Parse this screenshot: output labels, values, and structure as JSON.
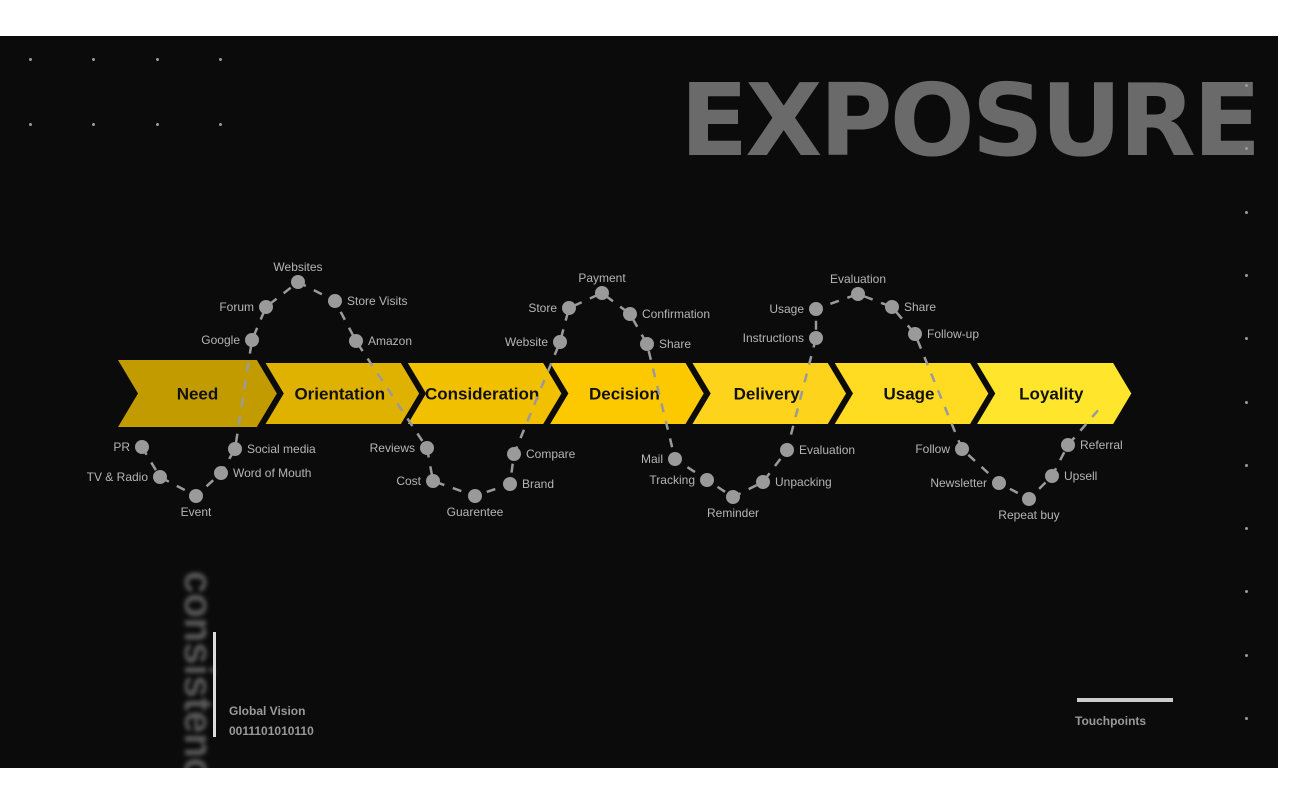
{
  "background_word": "EXPOSURE",
  "vertical_word": "consistency",
  "caption": {
    "title": "Global Vision",
    "code": "0011101010110"
  },
  "legend": {
    "label": "Touchpoints"
  },
  "stages": [
    {
      "label": "Need",
      "color": "#c29b00"
    },
    {
      "label": "Orientation",
      "color": "#dfb100"
    },
    {
      "label": "Consideration",
      "color": "#f1c000"
    },
    {
      "label": "Decision",
      "color": "#fcc900"
    },
    {
      "label": "Delivery",
      "color": "#fdd31c"
    },
    {
      "label": "Usage",
      "color": "#ffdc22"
    },
    {
      "label": "Loyality",
      "color": "#ffe62c"
    }
  ],
  "touchpoints": [
    "PR",
    "TV & Radio",
    "Event",
    "Word of Mouth",
    "Social media",
    "Google",
    "Forum",
    "Websites",
    "Store Visits",
    "Amazon",
    "Reviews",
    "Cost",
    "Guarentee",
    "Brand",
    "Compare",
    "Website",
    "Store",
    "Payment",
    "Confirmation",
    "Share",
    "Mail",
    "Tracking",
    "Reminder",
    "Unpacking",
    "Evaluation",
    "Instructions",
    "Usage",
    "Evaluation",
    "Share",
    "Follow-up",
    "Follow",
    "Newsletter",
    "Repeat buy",
    "Upsell",
    "Referral"
  ],
  "colors": {
    "dot": "#9a9a9a",
    "background": "#0b0b0b"
  }
}
